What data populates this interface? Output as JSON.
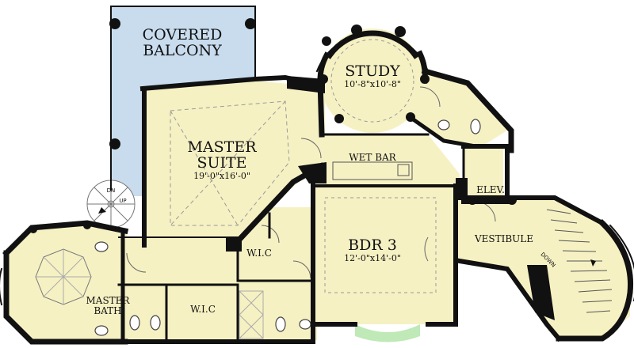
{
  "colors": {
    "floor": "#f6f1c3",
    "balcony": "#c8dcee",
    "wall": "#111111",
    "window": "#ffffff",
    "glass": "#bfe9b6"
  },
  "rooms": {
    "covered_balcony": {
      "line1": "COVERED",
      "line2": "BALCONY"
    },
    "study": {
      "name": "STUDY",
      "dims": "10'-8\"x10'-8\""
    },
    "master_suite": {
      "line1": "MASTER",
      "line2": "SUITE",
      "dims": "19'-0\"x16'-0\""
    },
    "wet_bar": {
      "name": "WET BAR"
    },
    "elevator": {
      "name": "ELEV."
    },
    "vestibule": {
      "name": "VESTIBULE"
    },
    "bdr3": {
      "name": "BDR 3",
      "dims": "12'-0\"x14'-0\""
    },
    "wic_upper": {
      "name": "W.I.C"
    },
    "wic_lower": {
      "name": "W.I.C"
    },
    "master_bath": {
      "line1": "MASTER",
      "line2": "BATH"
    }
  },
  "stairs": {
    "spiral_dn": "DN",
    "spiral_up": "UP",
    "main_down": "DOWN"
  }
}
